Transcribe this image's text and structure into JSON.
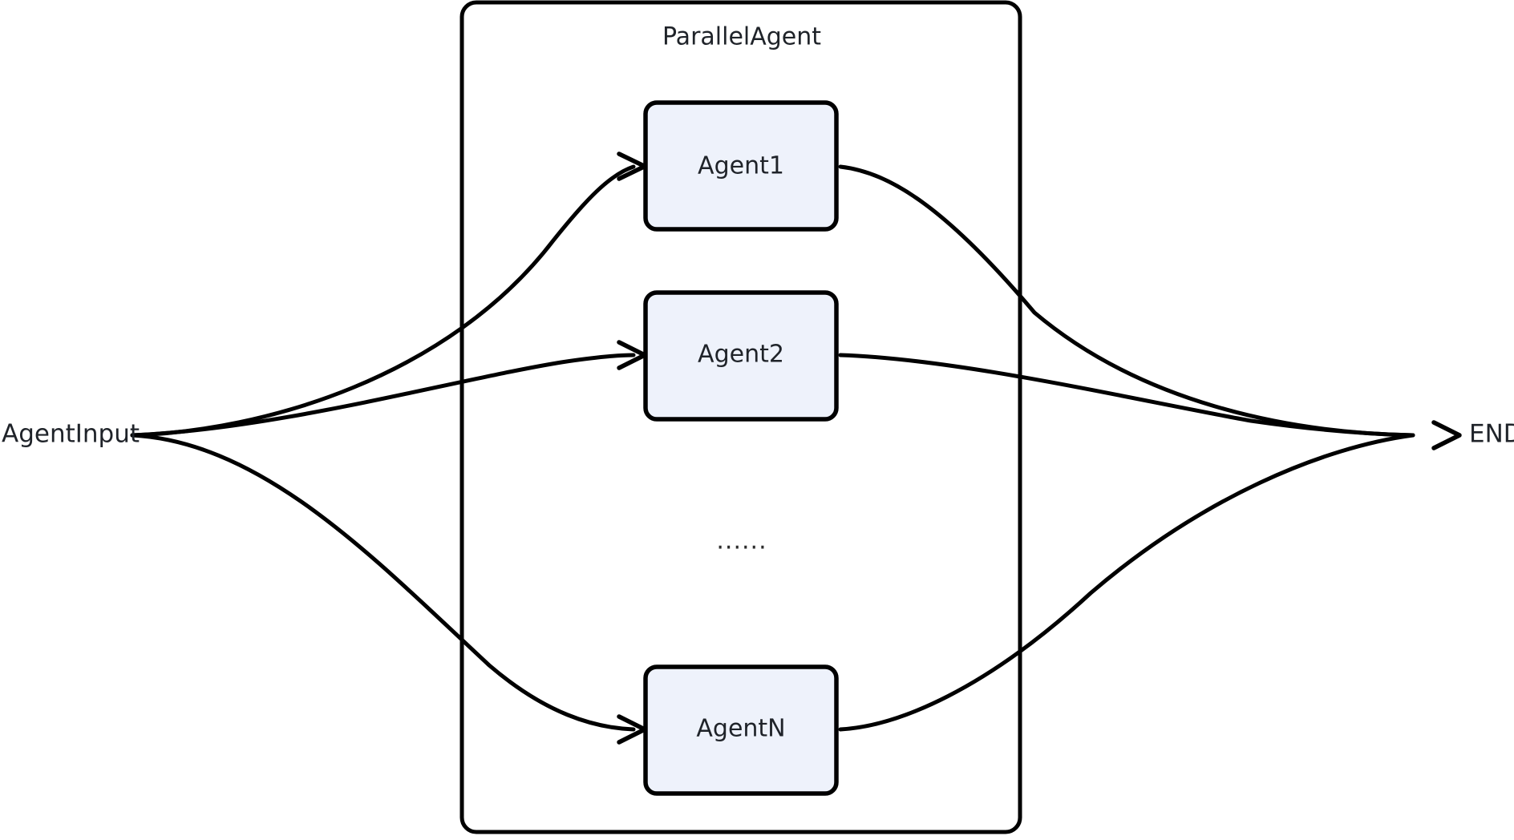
{
  "diagram": {
    "title": "ParallelAgent",
    "type": "flow-diagram",
    "background_color": "#ffffff"
  },
  "group": {
    "label": "ParallelAgent",
    "border_color": "#000000",
    "fill_color": "#ffffff"
  },
  "endpoints": {
    "input": {
      "label": "AgentInput"
    },
    "output": {
      "label": "END"
    }
  },
  "agents": [
    {
      "label": "Agent1",
      "fill_color": "#eef2fb",
      "border_color": "#000000"
    },
    {
      "label": "Agent2",
      "fill_color": "#eef2fb",
      "border_color": "#000000"
    },
    {
      "label": "AgentN",
      "fill_color": "#eef2fb",
      "border_color": "#000000"
    }
  ],
  "ellipsis": {
    "label": "......"
  },
  "edges": [
    {
      "from": "AgentInput",
      "to": "Agent1",
      "style": "curved-arrow"
    },
    {
      "from": "AgentInput",
      "to": "Agent2",
      "style": "curved-arrow"
    },
    {
      "from": "AgentInput",
      "to": "AgentN",
      "style": "curved-arrow"
    },
    {
      "from": "Agent1",
      "to": "END",
      "style": "curved"
    },
    {
      "from": "Agent2",
      "to": "END",
      "style": "curved"
    },
    {
      "from": "AgentN",
      "to": "END",
      "style": "curved-arrow"
    }
  ],
  "colors": {
    "stroke": "#000000",
    "node_fill": "#eef2fb",
    "text": "#1f2329"
  }
}
